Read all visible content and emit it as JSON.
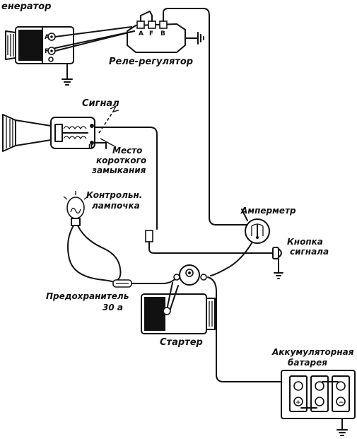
{
  "labels": {
    "generator": "енератор",
    "regulator": "Реле-регулятор",
    "signal": "Сигнал",
    "short_circuit_line1": "Место",
    "short_circuit_line2": "короткого",
    "short_circuit_line3": "замыкания",
    "lamp_line1": "Контрольн.",
    "lamp_line2": "лампочка",
    "ammeter": "Амперметр",
    "button_line1": "Кнопка",
    "button_line2": "сигнала",
    "fuse_line1": "Предохранитель",
    "fuse_line2": "30 а",
    "starter": "Стартер",
    "battery_line1": "Аккумуляторная",
    "battery_line2": "батарея"
  },
  "terminals": {
    "generator_a": "A",
    "generator_f": "F",
    "regulator_a": "A",
    "regulator_f": "F",
    "regulator_b": "B",
    "signal_h": "н"
  }
}
